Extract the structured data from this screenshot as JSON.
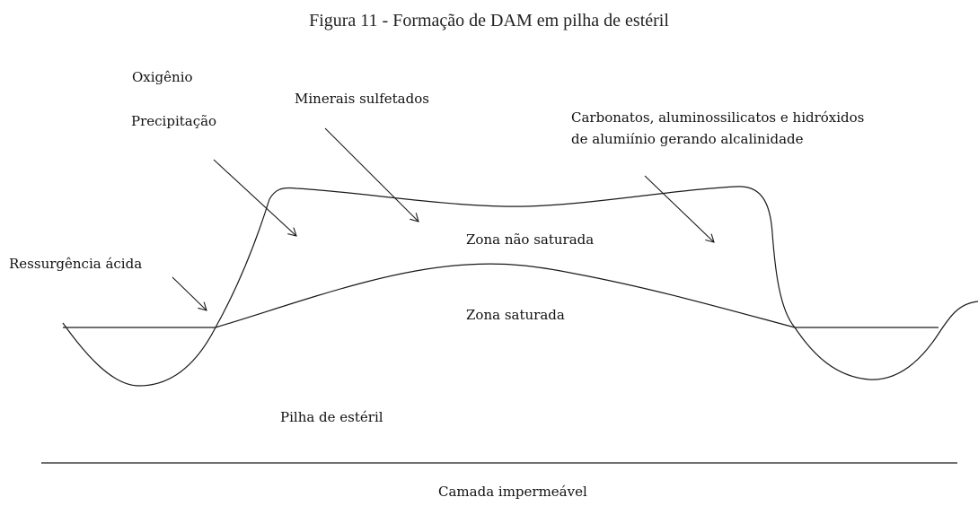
{
  "figure": {
    "title": "Figura 11 - Formação de DAM em pilha de estéril"
  },
  "labels": {
    "oxygen": "Oxigênio",
    "precipitation": "Precipitação",
    "sulfide_minerals": "Minerais sulfetados",
    "carbonates_line1": "Carbonatos, aluminossilicatos e hidróxidos",
    "carbonates_line2": "de alumiínio gerando alcalinidade",
    "acid_seep": "Ressurgência ácida",
    "unsaturated_zone": "Zona não saturada",
    "saturated_zone": "Zona saturada",
    "waste_pile": "Pilha de estéril",
    "impermeable_layer": "Camada impermeável"
  }
}
